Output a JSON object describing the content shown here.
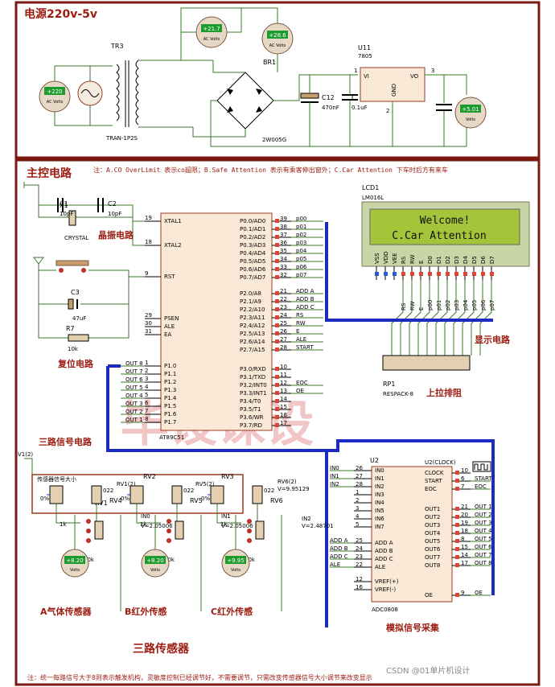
{
  "power": {
    "title": "电源220v-5v",
    "tr3": "TR3",
    "tr_model": "TRAN-1P2S",
    "br1": "BR1",
    "br_model": "2W005G",
    "c12": "C12",
    "c12_val": "470nF",
    "c": "C",
    "c_val": "0.1uF",
    "u11": "U11",
    "u11_model": "7805",
    "pin_vi": "VI",
    "pin_vo": "VO",
    "pin_gnd": "GND",
    "pin1": "1",
    "pin2": "2",
    "pin3": "3",
    "meter_ac_in": "+220",
    "meter_ac_sec": "+21.7",
    "meter_ac_br": "+28.6",
    "meter_dc_out": "+5.01",
    "unit_ac": "AC Volts",
    "unit_dc": "Volts"
  },
  "main": {
    "title": "主控电路",
    "note": "注：A.CO OverLimit 表示co超限；B.Safe Attention 表示有乘客伸出窗外；C.Car Attention 下车时后方有来车",
    "x1": "X1",
    "c1": "C1",
    "c2": "C2",
    "c1_val": "10pF",
    "c2_val": "10pF",
    "crystal": "CRYSTAL",
    "c3": "C3",
    "c3_val": "47uF",
    "r7": "R7",
    "r7_val": "10k",
    "label_crystal": "晶振电路",
    "label_reset": "复位电路",
    "label_three_signal": "三路信号电路",
    "mcu_model": "AT89C51",
    "mcu_left_pins": [
      {
        "num": "19",
        "name": "XTAL1"
      },
      {
        "num": "18",
        "name": "XTAL2"
      },
      {
        "num": "9",
        "name": "RST"
      },
      {
        "num": "29",
        "name": "PSEN"
      },
      {
        "num": "30",
        "name": "ALE"
      },
      {
        "num": "31",
        "name": "EA"
      },
      {
        "num": "1",
        "name": "P1.0"
      },
      {
        "num": "2",
        "name": "P1.1"
      },
      {
        "num": "3",
        "name": "P1.2"
      },
      {
        "num": "4",
        "name": "P1.3"
      },
      {
        "num": "5",
        "name": "P1.4"
      },
      {
        "num": "6",
        "name": "P1.5"
      },
      {
        "num": "7",
        "name": "P1.6"
      },
      {
        "num": "8",
        "name": "P1.7"
      }
    ],
    "mcu_out_labels": [
      "OUT 8",
      "OUT 7",
      "OUT 6",
      "OUT 5",
      "OUT 4",
      "OUT 3",
      "OUT 2",
      "OUT 1"
    ],
    "mcu_right_pins": [
      {
        "num": "39",
        "name": "P0.0/AD0",
        "net": "p00"
      },
      {
        "num": "38",
        "name": "P0.1/AD1",
        "net": "p01"
      },
      {
        "num": "37",
        "name": "P0.2/AD2",
        "net": "p02"
      },
      {
        "num": "36",
        "name": "P0.3/AD3",
        "net": "p03"
      },
      {
        "num": "35",
        "name": "P0.4/AD4",
        "net": "p04"
      },
      {
        "num": "34",
        "name": "P0.5/AD5",
        "net": "p05"
      },
      {
        "num": "33",
        "name": "P0.6/AD6",
        "net": "p06"
      },
      {
        "num": "32",
        "name": "P0.7/AD7",
        "net": "p07"
      },
      {
        "num": "21",
        "name": "P2.0/A8",
        "net": "ADD A"
      },
      {
        "num": "22",
        "name": "P2.1/A9",
        "net": "ADD B"
      },
      {
        "num": "23",
        "name": "P2.2/A10",
        "net": "ADD C"
      },
      {
        "num": "24",
        "name": "P2.3/A11",
        "net": "RS"
      },
      {
        "num": "25",
        "name": "P2.4/A12",
        "net": "RW"
      },
      {
        "num": "26",
        "name": "P2.5/A13",
        "net": "E"
      },
      {
        "num": "27",
        "name": "P2.6/A14",
        "net": "ALE"
      },
      {
        "num": "28",
        "name": "P2.7/A15",
        "net": "START"
      },
      {
        "num": "10",
        "name": "P3.0/RXD",
        "net": ""
      },
      {
        "num": "11",
        "name": "P3.1/TXD",
        "net": ""
      },
      {
        "num": "12",
        "name": "P3.2/INT0",
        "net": "EOC"
      },
      {
        "num": "13",
        "name": "P3.3/INT1",
        "net": "OE"
      },
      {
        "num": "14",
        "name": "P3.4/T0",
        "net": ""
      },
      {
        "num": "15",
        "name": "P3.5/T1",
        "net": ""
      },
      {
        "num": "16",
        "name": "P3.6/WR",
        "net": ""
      },
      {
        "num": "17",
        "name": "P3.7/RD",
        "net": ""
      }
    ],
    "lcd": {
      "ref": "LCD1",
      "model": "LM016L",
      "line1": "Welcome!",
      "line2": "C.Car Attention",
      "pins": [
        "VSS",
        "VDD",
        "VEE",
        "RS",
        "RW",
        "E",
        "D0",
        "D1",
        "D2",
        "D3",
        "D4",
        "D5",
        "D6",
        "D7"
      ],
      "pin_nets": [
        "RS",
        "RW",
        "E",
        "p00",
        "p01",
        "p02",
        "p03",
        "p04",
        "p05",
        "p06",
        "p07"
      ]
    },
    "label_display": "显示电路",
    "rp1": "RP1",
    "rp1_model": "RESPACK-8",
    "label_pullup": "上拉排阻",
    "adc": {
      "ref": "U2",
      "model": "ADC0808",
      "left_pins": [
        {
          "num": "26",
          "name": "IN0"
        },
        {
          "num": "27",
          "name": "IN1"
        },
        {
          "num": "28",
          "name": "IN2"
        },
        {
          "num": "1",
          "name": "IN3"
        },
        {
          "num": "2",
          "name": "IN4"
        },
        {
          "num": "3",
          "name": "IN5"
        },
        {
          "num": "4",
          "name": "IN6"
        },
        {
          "num": "5",
          "name": "IN7"
        },
        {
          "num": "25",
          "name": "ADD A"
        },
        {
          "num": "24",
          "name": "ADD B"
        },
        {
          "num": "23",
          "name": "ADD C"
        },
        {
          "num": "22",
          "name": "ALE"
        },
        {
          "num": "12",
          "name": "VREF(+)"
        },
        {
          "num": "16",
          "name": "VREF(-)"
        }
      ],
      "left_nets": [
        "IN0",
        "IN1",
        "IN2",
        "",
        "",
        "",
        "",
        "",
        "ADD A",
        "ADD B",
        "ADD C",
        "ALE"
      ],
      "right_pins": [
        {
          "num": "10",
          "name": "CLOCK",
          "net": ""
        },
        {
          "num": "6",
          "name": "START",
          "net": "START"
        },
        {
          "num": "7",
          "name": "EOC",
          "net": "EOC"
        },
        {
          "num": "21",
          "name": "OUT1",
          "net": "OUT 1"
        },
        {
          "num": "20",
          "name": "OUT2",
          "net": "OUT 2"
        },
        {
          "num": "19",
          "name": "OUT3",
          "net": "OUT 3"
        },
        {
          "num": "18",
          "name": "OUT4",
          "net": "OUT 4"
        },
        {
          "num": "8",
          "name": "OUT5",
          "net": "OUT 5"
        },
        {
          "num": "15",
          "name": "OUT6",
          "net": "OUT 6"
        },
        {
          "num": "14",
          "name": "OUT7",
          "net": "OUT 7"
        },
        {
          "num": "17",
          "name": "OUT8",
          "net": "OUT 8"
        },
        {
          "num": "9",
          "name": "OE",
          "net": "OE"
        }
      ],
      "clock_label": "U2(CLOCK)"
    },
    "label_adc": "模拟信号采集",
    "sensor": {
      "box_label": "传感器信号大小",
      "rv1": "RV1",
      "rv2": "RV2",
      "rv3": "RV3",
      "rv4": "RV4",
      "rv5": "RV5",
      "rv6": "RV6",
      "v1": "V1(2)",
      "rv1_probe": "RV1(2)",
      "rv5_probe": "RV5(2)",
      "rv6_probe": "RV6(2)",
      "rv6_v": "V=9.95129",
      "in0": "IN0",
      "in1": "IN1",
      "in2": "IN2",
      "in0_v": "V=2.05006",
      "in1_v": "V=2.05006",
      "in2_v": "V=2.48701",
      "pct": "0%",
      "pct_b": "022",
      "r_1k": "1k",
      "r_10k": "10k",
      "meter_a": "+8.20",
      "meter_b": "+8.20",
      "meter_c": "+9.95",
      "meter_unit": "Volts",
      "label_a": "A气体传感器",
      "label_b": "B红外传感",
      "label_c": "C红外传感",
      "label_three": "三路传感器"
    },
    "watermark": "毕设课设",
    "footer_note": "注：统一每路信号大于8则表示触发机构，灵敏度控制已经调节好，不需要调节，只需改变传感器信号大小调节来改变显示",
    "credit": "CSDN @01单片机设计"
  }
}
